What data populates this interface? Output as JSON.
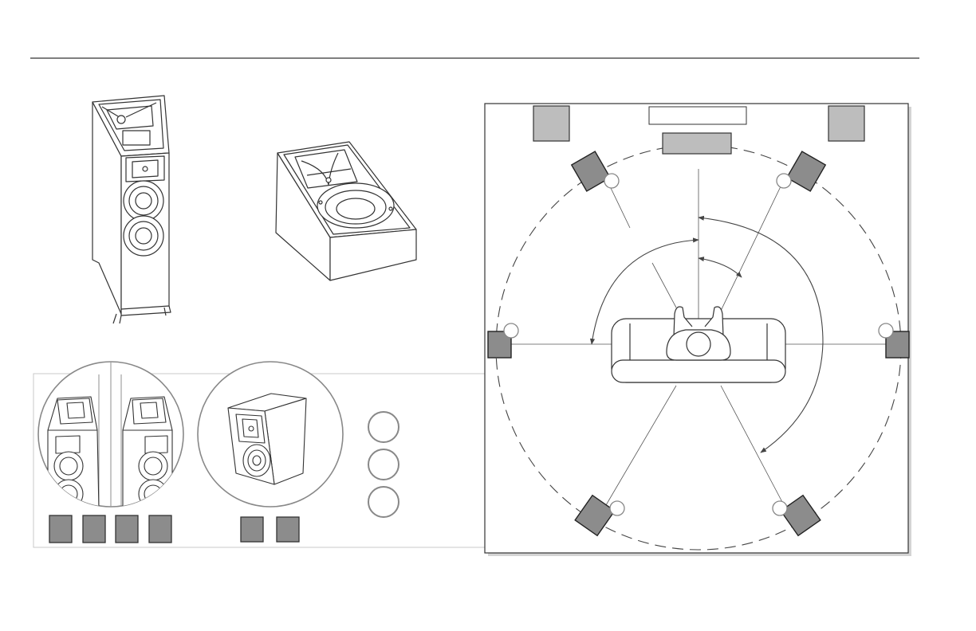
{
  "colors": {
    "line": "#333333",
    "speaker_fill": "#8c8c8c",
    "front_speaker_fill": "#bdbdbd",
    "frame_shadow": "#d4d4d4",
    "legend_border": "#c8c8c8"
  },
  "illustrations": {
    "floorstanding": "floorstanding-speaker-icon",
    "elevation_module": "elevation-module-speaker-icon",
    "bookshelf": "bookshelf-speaker-icon",
    "listener": "listener-on-sofa-icon"
  },
  "legend": {
    "floorstanding_swatch_count": 4,
    "bookshelf_swatch_count": 2,
    "marker_circle_count": 3
  },
  "room": {
    "front_tv": "tv-screen",
    "center_speaker": "center-channel-speaker",
    "speakers": [
      "front-left-speaker",
      "front-right-speaker",
      "front-left-height-speaker",
      "front-right-height-speaker",
      "side-left-speaker",
      "side-right-speaker",
      "rear-left-speaker",
      "rear-right-speaker"
    ],
    "angle_arcs": 3
  }
}
